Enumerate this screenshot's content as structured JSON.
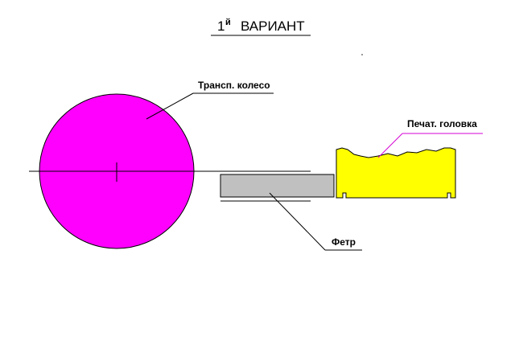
{
  "title": {
    "number": "1",
    "suffix": "й",
    "text": "ВАРИАНТ"
  },
  "labels": {
    "wheel": "Трансп. колесо",
    "head": "Печат. головка",
    "felt": "Фетр"
  },
  "colors": {
    "wheel": "#ff00ff",
    "head": "#ffff00",
    "felt": "#c0c0c0",
    "head_leader": "#d400d4"
  }
}
